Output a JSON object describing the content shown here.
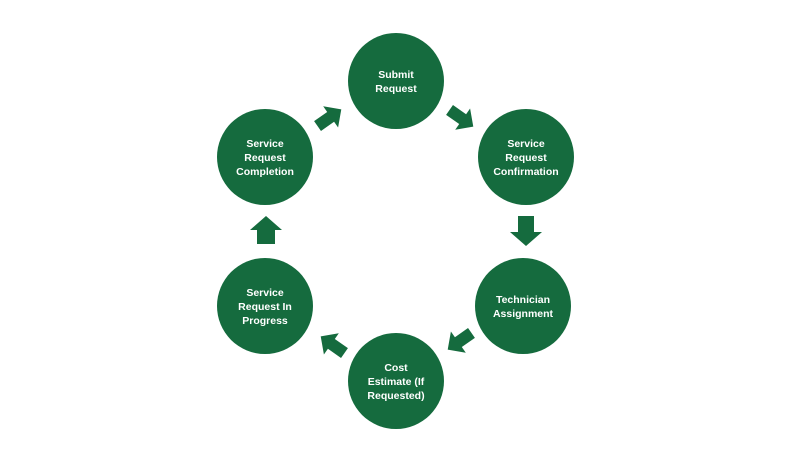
{
  "colors": {
    "node": "#156b3e",
    "arrow": "#156b3e",
    "background": "#ffffff",
    "text": "#ffffff"
  },
  "steps": [
    {
      "lines": [
        "Submit",
        "Request"
      ]
    },
    {
      "lines": [
        "Service",
        "Request",
        "Confirmation"
      ]
    },
    {
      "lines": [
        "Technician",
        "Assignment"
      ]
    },
    {
      "lines": [
        "Cost",
        "Estimate (If",
        "Requested)"
      ]
    },
    {
      "lines": [
        "Service",
        "Request In",
        "Progress"
      ]
    },
    {
      "lines": [
        "Service",
        "Request",
        "Completion"
      ]
    }
  ]
}
